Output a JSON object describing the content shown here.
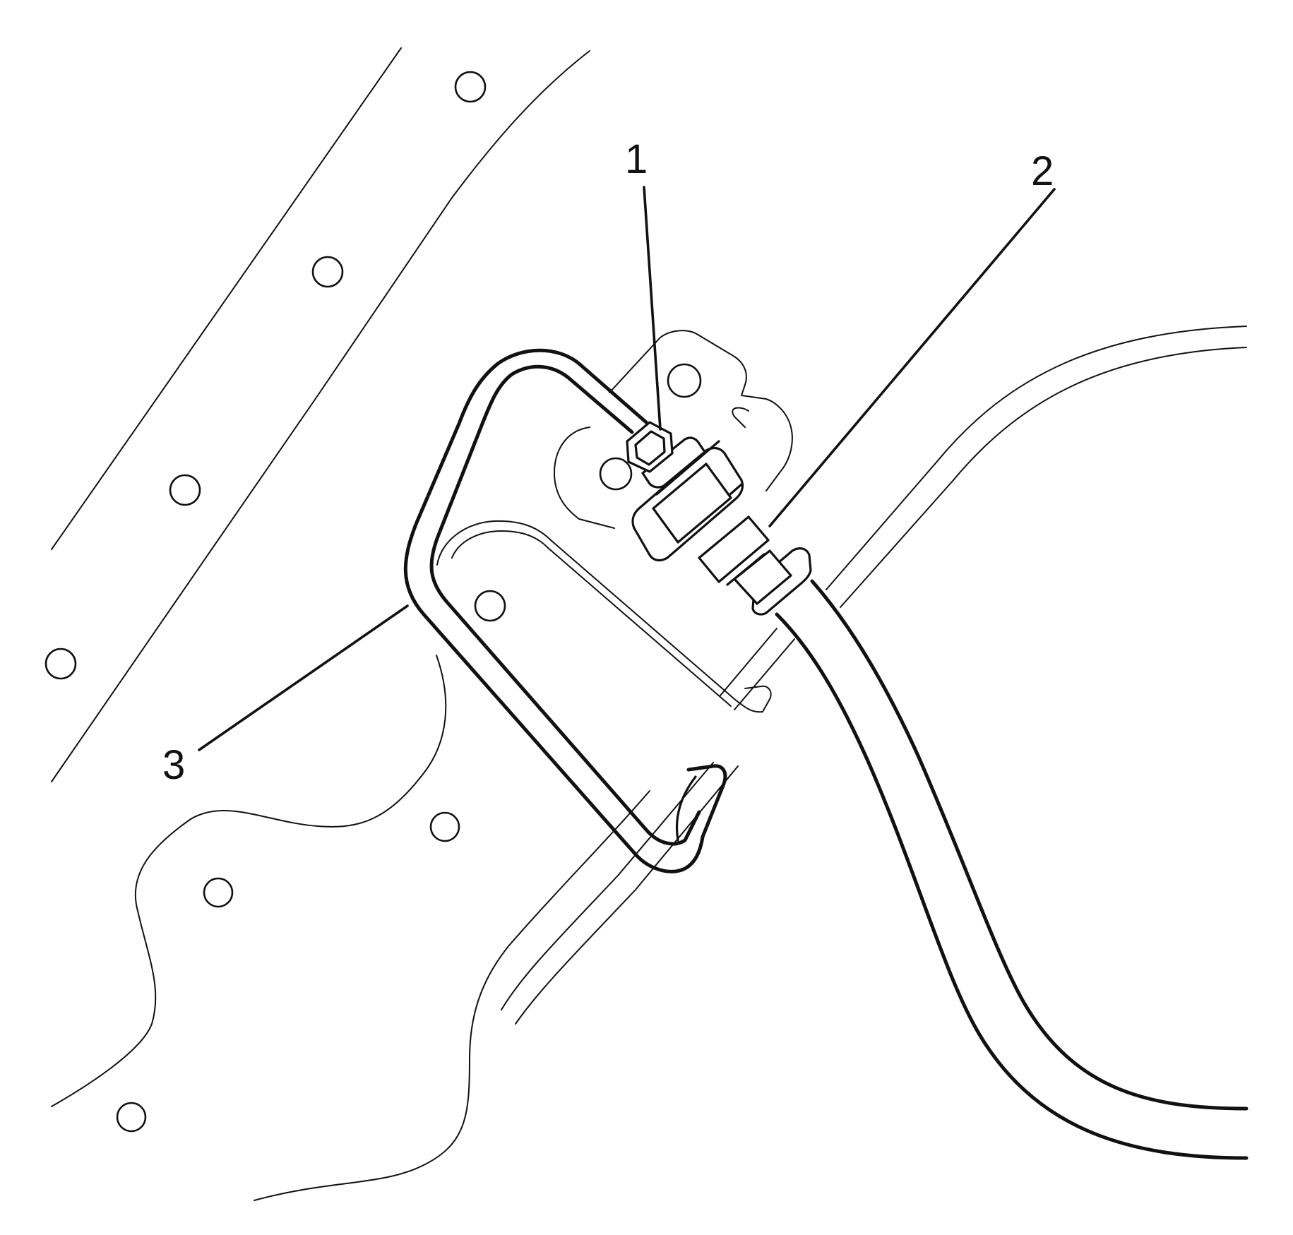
{
  "callouts": [
    {
      "id": "1",
      "label": "1"
    },
    {
      "id": "2",
      "label": "2"
    },
    {
      "id": "3",
      "label": "3"
    }
  ],
  "colors": {
    "background": "#ffffff",
    "line": "#111111"
  }
}
